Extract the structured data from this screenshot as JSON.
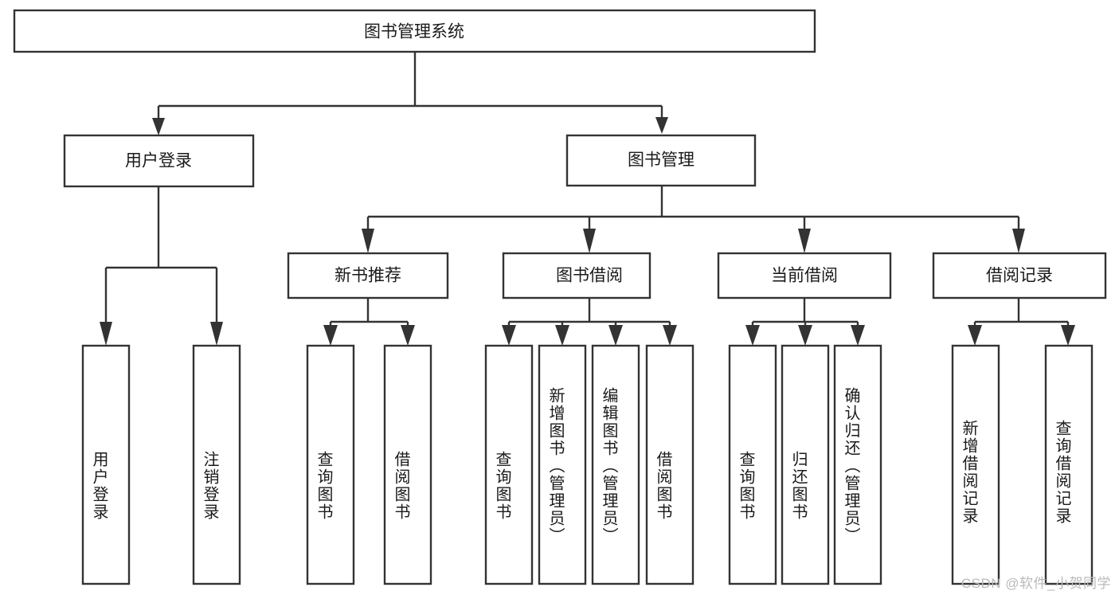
{
  "diagram": {
    "type": "tree",
    "title": "图书管理系统",
    "root": {
      "id": "root",
      "label": "图书管理系统",
      "orientation": "horizontal"
    },
    "level1": [
      {
        "id": "user-login",
        "label": "用户登录",
        "orientation": "horizontal"
      },
      {
        "id": "book-manage",
        "label": "图书管理",
        "orientation": "horizontal"
      }
    ],
    "level2": [
      {
        "id": "new-book-recommend",
        "label": "新书推荐",
        "orientation": "horizontal",
        "parent": "book-manage"
      },
      {
        "id": "book-borrow",
        "label": "图书借阅",
        "orientation": "horizontal",
        "parent": "book-manage"
      },
      {
        "id": "current-borrow",
        "label": "当前借阅",
        "orientation": "horizontal",
        "parent": "book-manage"
      },
      {
        "id": "borrow-record",
        "label": "借阅记录",
        "orientation": "horizontal",
        "parent": "book-manage"
      }
    ],
    "leaves": [
      {
        "id": "leaf-user-login",
        "label": "用户登录",
        "orientation": "vertical",
        "parent": "user-login"
      },
      {
        "id": "leaf-user-logout",
        "label": "注销登录",
        "orientation": "vertical",
        "parent": "user-login"
      },
      {
        "id": "leaf-rec-query-book",
        "label": "查询图书",
        "orientation": "vertical",
        "parent": "new-book-recommend"
      },
      {
        "id": "leaf-rec-borrow-book",
        "label": "借阅图书",
        "orientation": "vertical",
        "parent": "new-book-recommend"
      },
      {
        "id": "leaf-borrow-query-book",
        "label": "查询图书",
        "orientation": "vertical",
        "parent": "book-borrow"
      },
      {
        "id": "leaf-borrow-add-book",
        "label": "新增图书（管理员）",
        "orientation": "vertical",
        "parent": "book-borrow"
      },
      {
        "id": "leaf-borrow-edit-book",
        "label": "编辑图书（管理员）",
        "orientation": "vertical",
        "parent": "book-borrow"
      },
      {
        "id": "leaf-borrow-borrow-book",
        "label": "借阅图书",
        "orientation": "vertical",
        "parent": "book-borrow"
      },
      {
        "id": "leaf-current-query-book",
        "label": "查询图书",
        "orientation": "vertical",
        "parent": "current-borrow"
      },
      {
        "id": "leaf-current-return-book",
        "label": "归还图书",
        "orientation": "vertical",
        "parent": "current-borrow"
      },
      {
        "id": "leaf-current-confirm-return",
        "label": "确认归还（管理员）",
        "orientation": "vertical",
        "parent": "current-borrow"
      },
      {
        "id": "leaf-record-add",
        "label": "新增借阅记录",
        "orientation": "vertical",
        "parent": "borrow-record"
      },
      {
        "id": "leaf-record-query",
        "label": "查询借阅记录",
        "orientation": "vertical",
        "parent": "borrow-record"
      }
    ]
  },
  "colors": {
    "background": "#ffffff",
    "box_fill": "#ffffff",
    "box_stroke": "#333333",
    "text": "#1a1a1a",
    "watermark": "#b9b9b9"
  },
  "watermark": {
    "text": "CSDN @软件_小贺同学"
  }
}
